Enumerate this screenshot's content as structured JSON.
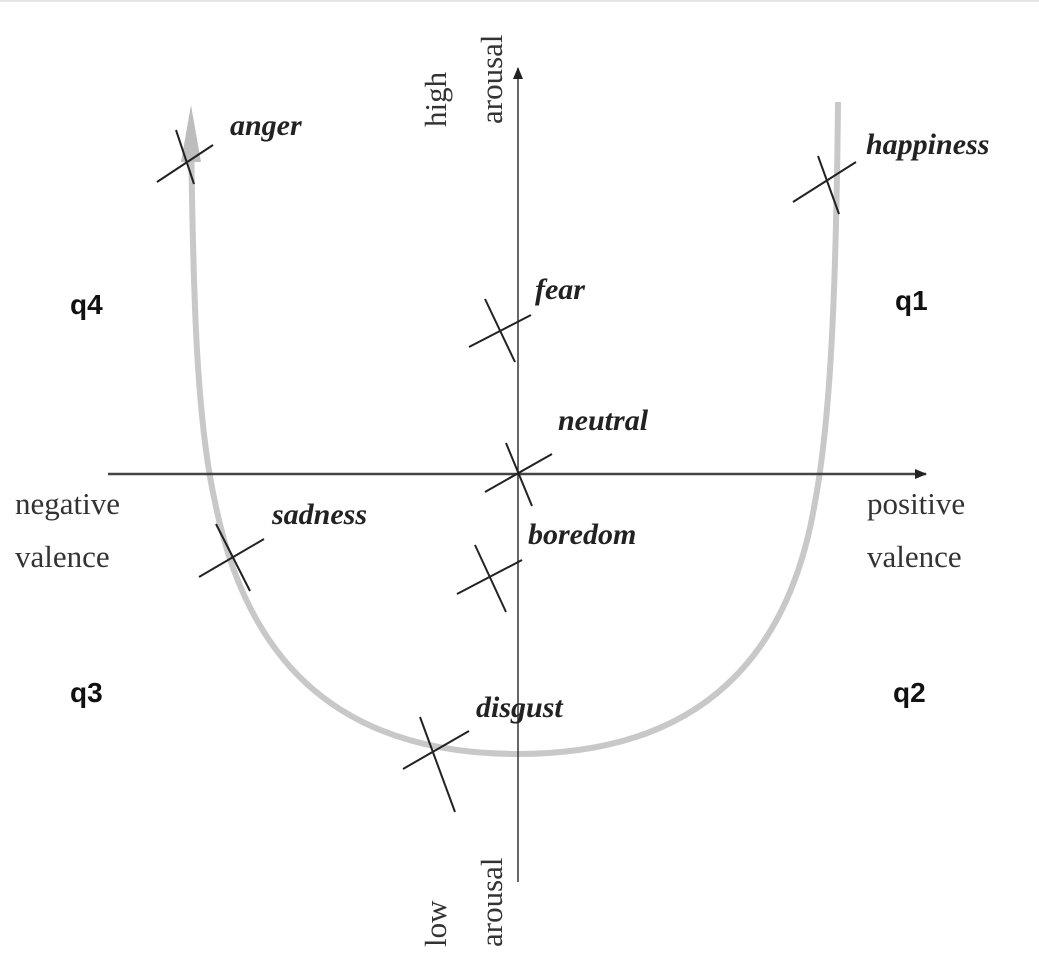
{
  "axes": {
    "horizontal": {
      "negative_line1": "negative",
      "negative_line2": "valence",
      "positive_line1": "positive",
      "positive_line2": "valence"
    },
    "vertical": {
      "high_line1": "high",
      "high_line2": "arousal",
      "low_line1": "low",
      "low_line2": "arousal"
    }
  },
  "quadrants": {
    "q1": "q1",
    "q2": "q2",
    "q3": "q3",
    "q4": "q4"
  },
  "emotions": {
    "anger": "anger",
    "happiness": "happiness",
    "fear": "fear",
    "neutral": "neutral",
    "sadness": "sadness",
    "boredom": "boredom",
    "disgust": "disgust"
  },
  "colors": {
    "curve": "#c8c8c8",
    "axis": "#333333",
    "marks": "#222222"
  }
}
